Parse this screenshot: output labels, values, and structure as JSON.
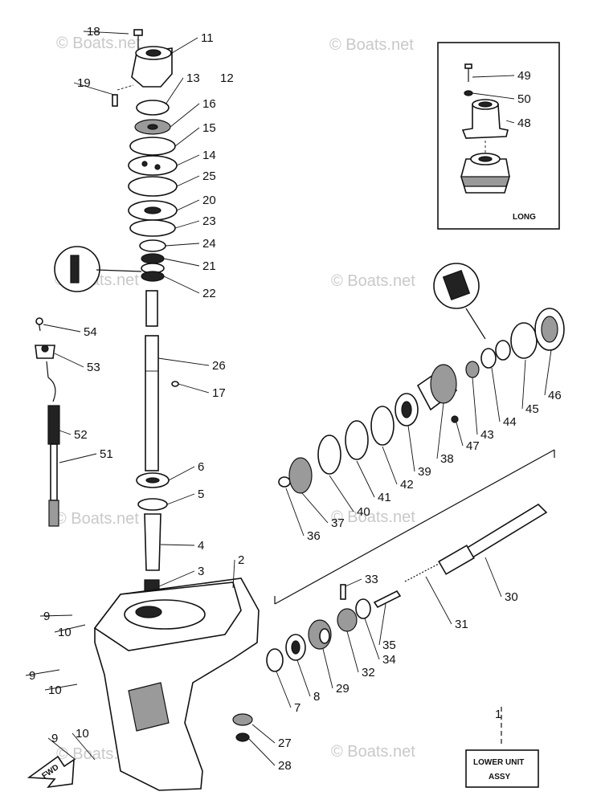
{
  "watermark": "© Boats.net",
  "inset": {
    "label": "LONG"
  },
  "assy_box": {
    "line1": "LOWER UNIT",
    "line2": "ASSY"
  },
  "fwd_label": "FWD",
  "callouts": [
    "18",
    "11",
    "19",
    "13",
    "12",
    "16",
    "15",
    "14",
    "25",
    "20",
    "23",
    "24",
    "21",
    "22",
    "26",
    "17",
    "54",
    "53",
    "52",
    "51",
    "6",
    "5",
    "4",
    "3",
    "2",
    "9",
    "10",
    "9",
    "10",
    "9",
    "10",
    "49",
    "50",
    "48",
    "46",
    "45",
    "44",
    "43",
    "47",
    "38",
    "39",
    "42",
    "41",
    "40",
    "37",
    "36",
    "30",
    "33",
    "31",
    "35",
    "34",
    "32",
    "29",
    "8",
    "7",
    "27",
    "28",
    "1"
  ]
}
